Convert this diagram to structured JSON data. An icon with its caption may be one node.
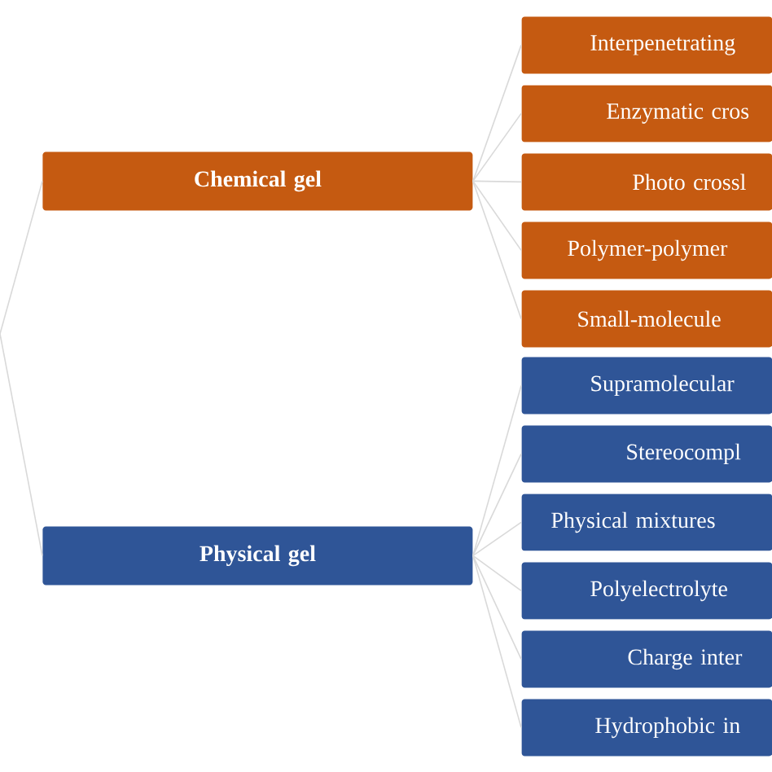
{
  "diagram": {
    "nodes": [
      {
        "text": [
          "Chemical gel"
        ]
      },
      {
        "text": [
          "Interpenetrating"
        ]
      },
      {
        "text": [
          "Enzymatic cros"
        ]
      },
      {
        "text": [
          "Photo crossl"
        ]
      },
      {
        "text": [
          "Polymer-polymer"
        ]
      },
      {
        "text": [
          "Small-molecule"
        ]
      },
      {
        "text": [
          "Physical gel"
        ]
      },
      {
        "text": [
          "Supramolecular"
        ]
      },
      {
        "text": [
          "Stereocompl"
        ]
      },
      {
        "text": [
          "Physical mixtures"
        ]
      },
      {
        "text": [
          "Polyelectrolyte"
        ]
      },
      {
        "text": [
          "Charge inter"
        ]
      },
      {
        "text": [
          "Hydrophobic in"
        ]
      }
    ],
    "edges": [
      {
        "from": null,
        "to": 0,
        "arrow": "none"
      },
      {
        "from": null,
        "to": 6,
        "arrow": "none"
      },
      {
        "from": 0,
        "to": 1,
        "arrow": "none"
      },
      {
        "from": 0,
        "to": 2,
        "arrow": "none"
      },
      {
        "from": 0,
        "to": 3,
        "arrow": "none"
      },
      {
        "from": 0,
        "to": 4,
        "arrow": "none"
      },
      {
        "from": 0,
        "to": 5,
        "arrow": "none"
      },
      {
        "from": 6,
        "to": 7,
        "arrow": "none"
      },
      {
        "from": 6,
        "to": 8,
        "arrow": "none"
      },
      {
        "from": 6,
        "to": 9,
        "arrow": "none"
      },
      {
        "from": 6,
        "to": 10,
        "arrow": "none"
      },
      {
        "from": 6,
        "to": 11,
        "arrow": "none"
      },
      {
        "from": 6,
        "to": 12,
        "arrow": "none"
      }
    ]
  }
}
